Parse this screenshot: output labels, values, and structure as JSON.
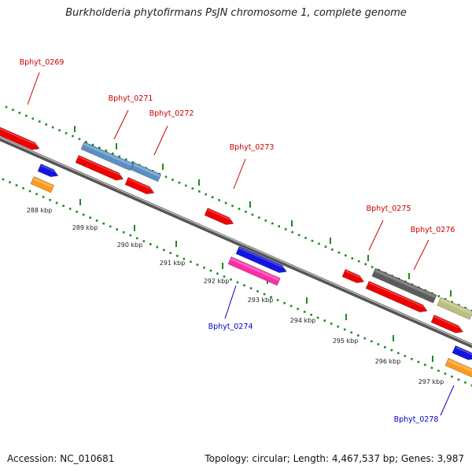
{
  "title": "Burkholderia phytofirmans PsJN chromosome 1, complete genome",
  "footer": {
    "accession": "Accession: NC_010681",
    "summary": "Topology: circular; Length: 4,467,537 bp; Genes: 3,987"
  },
  "colors": {
    "background": "#ffffff",
    "backbone": "#8a8a8a",
    "tick_green": "#1f8a1f",
    "forward_label": "#cc0000",
    "reverse_label": "#0000cc",
    "cds_red": "#ee0000",
    "steelblue": "#5b8fc4",
    "blue": "#1414e0",
    "orange": "#ff9a1a",
    "magenta": "#ff2ca8",
    "darkgray": "#5c5c5c",
    "khaki": "#bdbd82"
  },
  "scale": {
    "ticks": [
      "288 kbp",
      "289 kbp",
      "290 kbp",
      "291 kbp",
      "292 kbp",
      "293 kbp",
      "294 kbp",
      "295 kbp",
      "296 kbp",
      "297 kbp"
    ]
  },
  "gene_labels": [
    {
      "text": "Bphyt_0269",
      "strand": "forward"
    },
    {
      "text": "Bphyt_0271",
      "strand": "forward"
    },
    {
      "text": "Bphyt_0272",
      "strand": "forward"
    },
    {
      "text": "Bphyt_0273",
      "strand": "forward"
    },
    {
      "text": "Bphyt_0275",
      "strand": "forward"
    },
    {
      "text": "Bphyt_0276",
      "strand": "forward"
    },
    {
      "text": "Bphyt_0274",
      "strand": "reverse"
    },
    {
      "text": "Bphyt_0278",
      "strand": "reverse"
    }
  ]
}
